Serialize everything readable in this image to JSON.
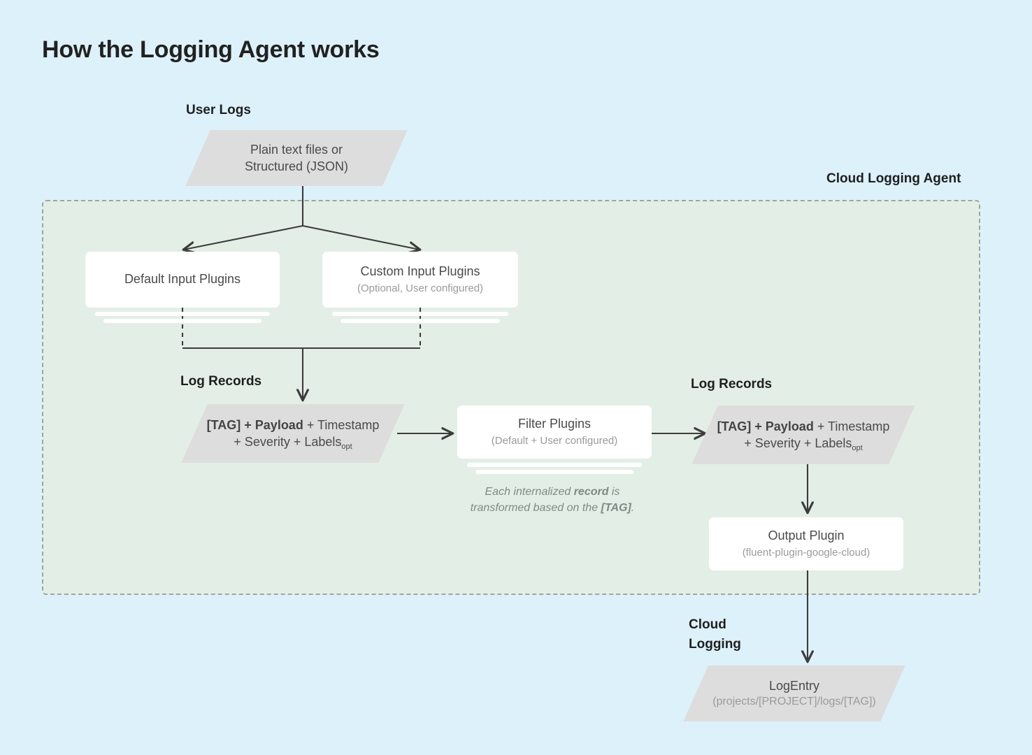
{
  "page": {
    "title": "How the Logging Agent works",
    "background_color": "#ddf1fb",
    "agent_region_color": "#e3efe6",
    "shape_fill": "#dedddd",
    "card_fill": "#ffffff"
  },
  "labels": {
    "user_logs": "User Logs",
    "cloud_logging_agent": "Cloud Logging Agent",
    "log_records_left": "Log Records",
    "log_records_right": "Log Records",
    "cloud_logging": "Cloud\nLogging"
  },
  "nodes": {
    "user_logs_source": {
      "shape": "parallelogram",
      "line1": "Plain text files or",
      "line2": "Structured (JSON)"
    },
    "default_input_plugins": {
      "shape": "card-stack",
      "title": "Default Input Plugins",
      "subtitle": ""
    },
    "custom_input_plugins": {
      "shape": "card-stack",
      "title": "Custom Input Plugins",
      "subtitle": "(Optional, User configured)"
    },
    "log_records_left": {
      "shape": "parallelogram",
      "line1_bold": "[TAG] + Payload",
      "line1_rest": " + Timestamp",
      "line2": "+ Severity + Labels",
      "line2_subscript": "opt"
    },
    "filter_plugins": {
      "shape": "card-stack",
      "title": "Filter Plugins",
      "subtitle": "(Default + User configured)"
    },
    "log_records_right": {
      "shape": "parallelogram",
      "line1_bold": "[TAG] + Payload",
      "line1_rest": " + Timestamp",
      "line2": "+ Severity + Labels",
      "line2_subscript": "opt"
    },
    "output_plugin": {
      "shape": "card",
      "title": "Output Plugin",
      "subtitle": "(fluent-plugin-google-cloud)"
    },
    "log_entry": {
      "shape": "parallelogram",
      "title": "LogEntry",
      "subtitle": "(projects/[PROJECT]/logs/[TAG])"
    }
  },
  "annotation": {
    "line1_pre": "Each internalized ",
    "line1_bold": "record",
    "line1_post": " is",
    "line2_pre": "transformed based on the ",
    "line2_bold": "[TAG]",
    "line2_post": "."
  }
}
